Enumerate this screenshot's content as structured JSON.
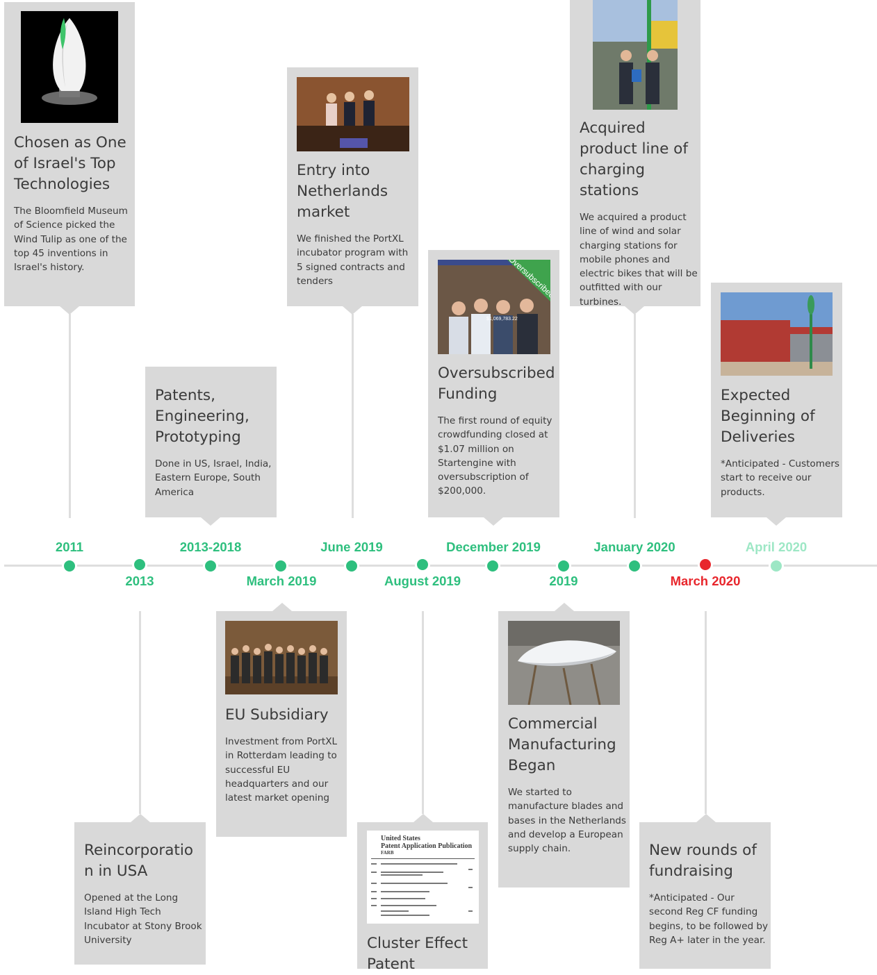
{
  "colors": {
    "accent": "#2ebf7e",
    "highlight": "#e8262c",
    "future": "#9de7c5",
    "card": "#d9d9d9",
    "line": "#dedede"
  },
  "milestones": [
    {
      "date": "2011",
      "title": "Chosen as One of Israel's Top Technologies",
      "desc": "The Bloomfield Museum of Science picked the Wind Tulip as one of the top 45 inventions in Israel's history.",
      "photo_icon": "wind-tulip-sculpture-photo"
    },
    {
      "date": "2013",
      "title": "Reincorporatio n in USA",
      "desc": "Opened at the Long Island High Tech Incubator at Stony Brook University"
    },
    {
      "date": "2013-2018",
      "title": "Patents, Engineering, Prototyping",
      "desc": "Done in US, Israel, India, Eastern Europe, South America"
    },
    {
      "date": "March 2019",
      "title": "EU Subsidiary",
      "desc": "Investment from PortXL in Rotterdam leading to successful EU headquarters and our latest market opening",
      "photo_icon": "group-photo"
    },
    {
      "date": "June 2019",
      "title": "Entry into Netherlands market",
      "desc": "We finished the PortXL incubator program with 5 signed contracts and tenders",
      "photo_icon": "handshake-photo"
    },
    {
      "date": "August 2019",
      "title": "Cluster Effect Patent",
      "photo_icon": "patent-document",
      "patent": {
        "country": "United States",
        "type": "Patent Application Publication",
        "name": "FARB"
      }
    },
    {
      "date": "December 2019",
      "title": "Oversubscribed Funding",
      "desc": "The first round of equity crowdfunding closed at $1.07 million on Startengine with oversubscription of $200,000.",
      "photo_icon": "team-photo",
      "banner": "Oversubscribed",
      "amount": "$1,069,783.22"
    },
    {
      "date": "2019",
      "title": "Commercial Manufacturing Began",
      "desc": "We started to manufacture blades and bases in the Netherlands and develop a European supply chain.",
      "photo_icon": "blade-photo"
    },
    {
      "date": "January 2020",
      "title": "Acquired product line of charging stations",
      "desc": "We acquired a product line of wind and solar charging stations for mobile phones and electric bikes that will be outfitted with our turbines.",
      "photo_icon": "charging-station-photo"
    },
    {
      "date": "March 2020",
      "title": "New rounds of fundraising",
      "desc": "*Anticipated - Our second Reg CF funding begins, to be followed by Reg A+ later in the year."
    },
    {
      "date": "April 2020",
      "title": "Expected Beginning of Deliveries",
      "desc": "*Anticipated - Customers start to receive our products.",
      "photo_icon": "harbor-turbine-photo"
    }
  ]
}
